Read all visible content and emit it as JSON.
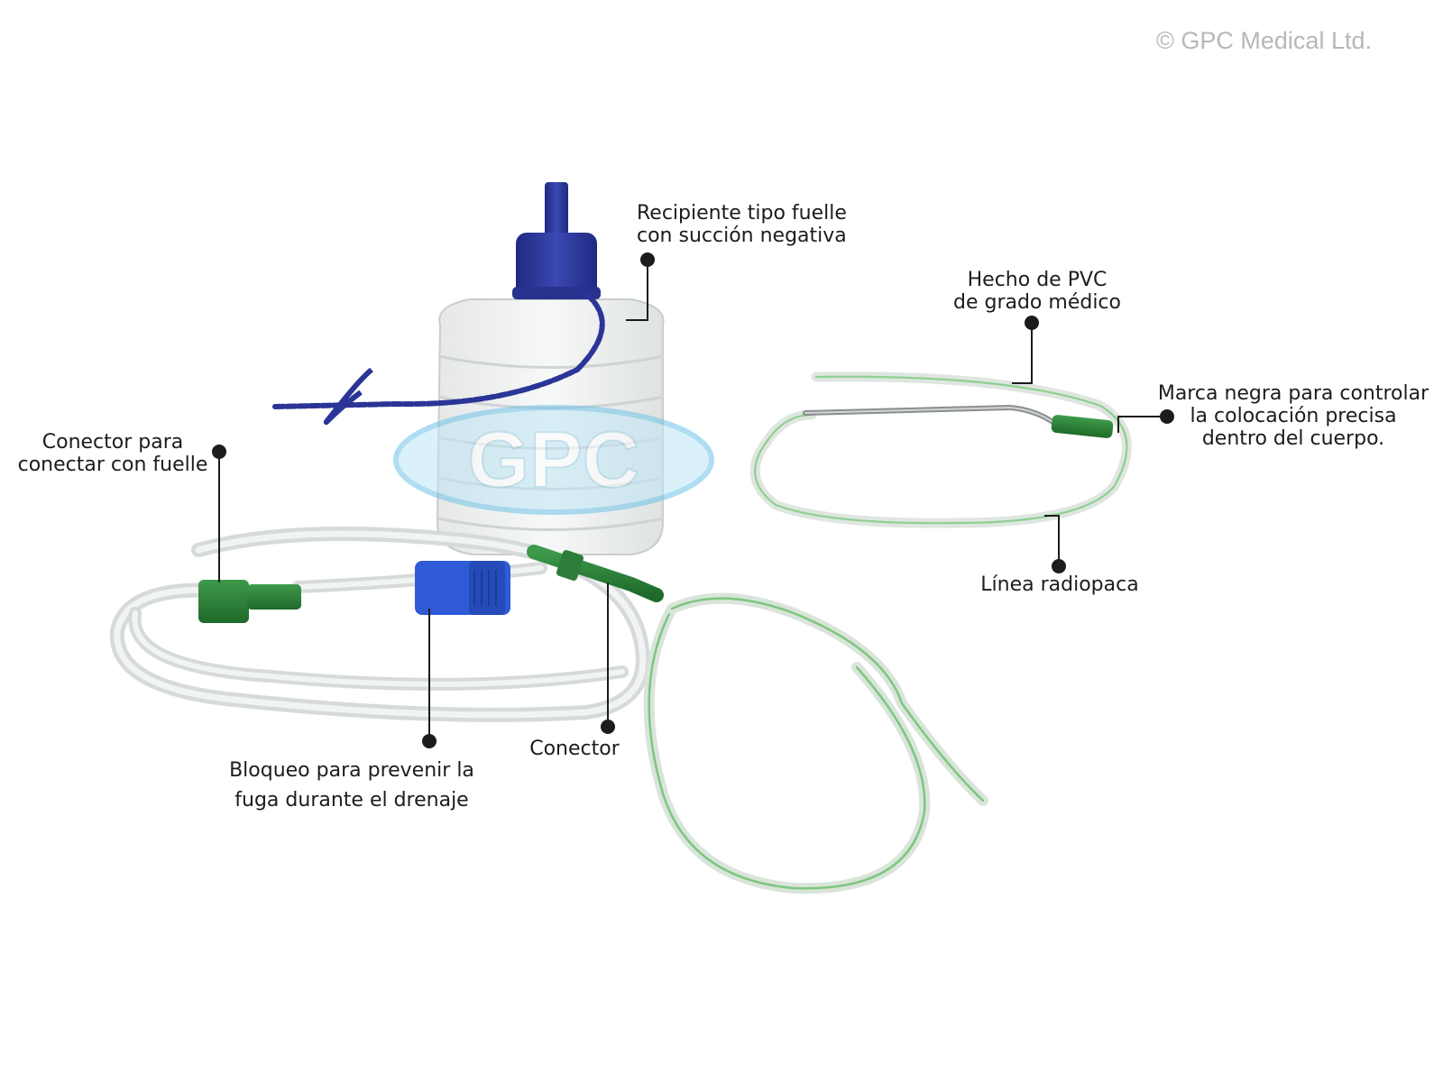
{
  "copyright": "© GPC Medical Ltd.",
  "watermark": {
    "text": "GPC"
  },
  "labels": {
    "container": {
      "line1": "Recipiente tipo fuelle",
      "line2": "con succión negativa"
    },
    "pvc": {
      "line1": "Hecho de PVC",
      "line2": "de grado médico"
    },
    "black_mark": {
      "line1": "Marca negra para controlar",
      "line2": "la colocación precisa",
      "line3": "dentro del cuerpo."
    },
    "radiopaque": {
      "line1": "Línea radiopaca"
    },
    "bellows_connector": {
      "line1": "Conector para",
      "line2": "conectar con fuelle"
    },
    "lock": {
      "line1": "Bloqueo para prevenir la",
      "line2": "fuga durante el drenaje"
    },
    "connector": {
      "line1": "Conector"
    }
  },
  "colors": {
    "cap_blue": "#2a3597",
    "clamp_blue": "#2f5bd6",
    "connector_green": "#2e7d3a",
    "tube_clear": "#d8dcdc",
    "tube_green_line": "#7cc77f",
    "leader_line": "#1c1c1c",
    "watermark_blue": "#6fc3e8"
  }
}
